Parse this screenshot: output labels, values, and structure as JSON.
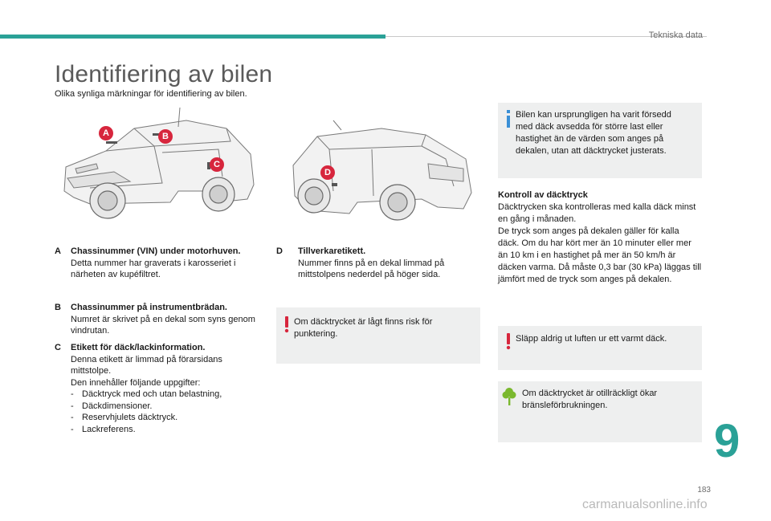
{
  "header": {
    "section": "Tekniska data"
  },
  "title": "Identifiering av bilen",
  "subtitle": "Olika synliga märkningar för identifiering av bilen.",
  "markers": [
    "A",
    "B",
    "C",
    "D"
  ],
  "items": [
    {
      "key": "A",
      "heading": "Chassinummer (VIN) under motorhuven.",
      "text": "Detta nummer har graverats i karosseriet i närheten av kupéfiltret."
    },
    {
      "key": "B",
      "heading": "Chassinummer på instrumentbrädan.",
      "text": "Numret är skrivet på en dekal som syns genom vindrutan."
    },
    {
      "key": "C",
      "heading": "Etikett för däck/lackinformation.",
      "text": "Denna etikett är limmad på förarsidans mittstolpe.",
      "text2": "Den innehåller följande uppgifter:",
      "list": [
        "Däcktryck med och utan belastning,",
        "Däckdimensioner.",
        "Reservhjulets däcktryck.",
        "Lackreferens."
      ]
    },
    {
      "key": "D",
      "heading": "Tillverkaretikett.",
      "text": "Nummer finns på en dekal limmad på mittstolpens nederdel på höger sida."
    }
  ],
  "warning_low_pressure": "Om däcktrycket är lågt finns risk för punktering.",
  "info_tyres": "Bilen kan ursprungligen ha varit försedd med däck avsedda för större last eller hastighet än de värden som anges på dekalen, utan att däcktrycket justerats.",
  "pressure_check": {
    "heading": "Kontroll av däcktryck",
    "text": "Däcktrycken ska kontrolleras med kalla däck minst en gång i månaden.",
    "text2": "De tryck som anges på dekalen gäller för kalla däck. Om du har kört mer än 10 minuter eller mer än 10 km i en hastighet på mer än 50 km/h är däcken varma. Då måste 0,3 bar (30 kPa) läggas till jämfört med de tryck som anges på dekalen."
  },
  "warning_hot_tyre": "Släpp aldrig ut luften ur ett varmt däck.",
  "eco_note": "Om däcktrycket är otillräckligt ökar bränsleförbrukningen.",
  "chapter": "9",
  "page_number": "183",
  "watermark": "carmanualsonline.info",
  "colors": {
    "accent": "#2aa197",
    "warning": "#d7263d",
    "info": "#3a8fd6",
    "eco": "#7ab82e",
    "box": "#eeefef"
  }
}
